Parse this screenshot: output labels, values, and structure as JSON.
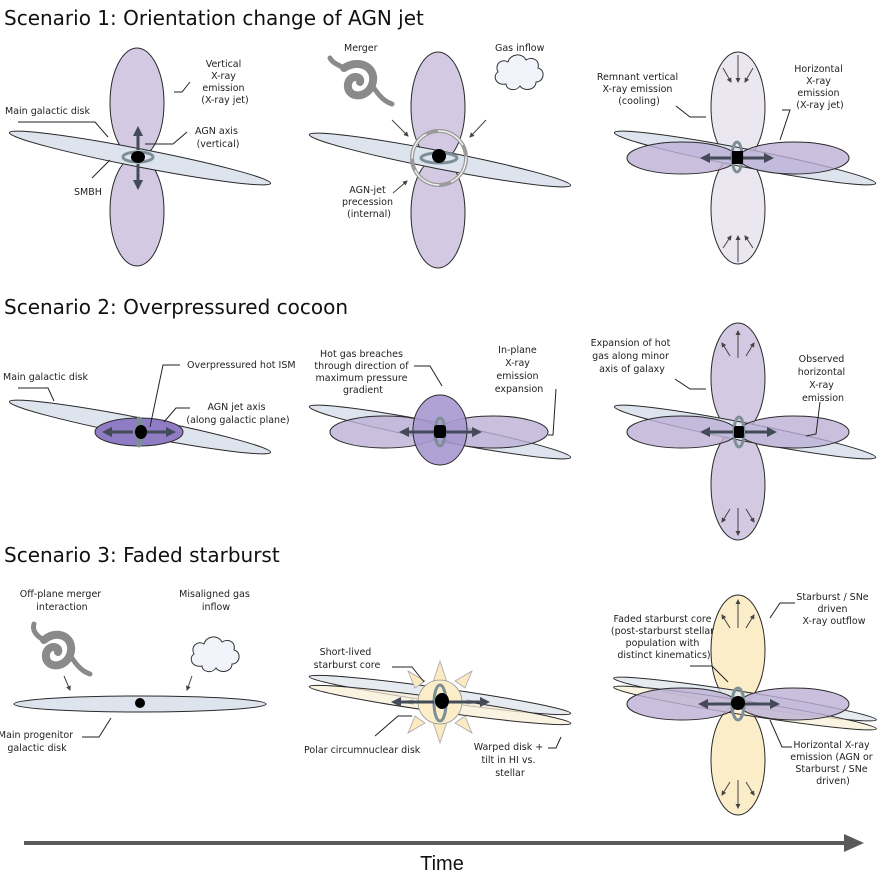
{
  "figure": {
    "scenarios": [
      {
        "title": "Scenario 1: Orientation change of AGN jet",
        "panels": [
          {
            "stage": "initial",
            "labels": {
              "vertical_xray": [
                "Vertical",
                "X-ray",
                "emission",
                "(X-ray jet)"
              ],
              "main_disk": "Main galactic disk",
              "agn_axis": [
                "AGN axis",
                "(vertical)"
              ],
              "smbh": "SMBH"
            }
          },
          {
            "stage": "trigger",
            "labels": {
              "merger": "Merger",
              "gas_inflow": "Gas inflow",
              "precession": [
                "AGN-jet",
                "precession",
                "(internal)"
              ]
            }
          },
          {
            "stage": "result",
            "labels": {
              "remnant": [
                "Remnant vertical",
                "X-ray emission",
                "(cooling)"
              ],
              "horizontal": [
                "Horizontal",
                "X-ray",
                "emission",
                "(X-ray jet)"
              ]
            }
          }
        ]
      },
      {
        "title": "Scenario 2:  Overpressured cocoon",
        "panels": [
          {
            "stage": "initial",
            "labels": {
              "main_disk": "Main galactic disk",
              "hot_ism": "Overpressured hot ISM",
              "agn_jet_axis": [
                "AGN jet axis",
                "(along galactic plane)"
              ]
            }
          },
          {
            "stage": "breach",
            "labels": {
              "breach": [
                "Hot gas breaches",
                "through direction of",
                "maximum pressure",
                "gradient"
              ],
              "inplane": [
                "In-plane",
                "X-ray",
                "emission",
                "expansion"
              ]
            }
          },
          {
            "stage": "result",
            "labels": {
              "expansion": [
                "Expansion of hot",
                "gas along minor",
                "axis of galaxy"
              ],
              "observed": [
                "Observed",
                "horizontal",
                "X-ray",
                "emission"
              ]
            }
          }
        ]
      },
      {
        "title": "Scenario 3: Faded starburst",
        "panels": [
          {
            "stage": "initial",
            "labels": {
              "merger": [
                "Off-plane merger",
                "interaction"
              ],
              "inflow": [
                "Misaligned gas",
                "inflow"
              ],
              "progenitor": [
                "Main progenitor",
                "galactic disk"
              ]
            }
          },
          {
            "stage": "starburst",
            "labels": {
              "core": [
                "Short-lived",
                "starburst core"
              ],
              "polar": "Polar circumnuclear disk",
              "warp": [
                "Warped disk +",
                "tilt in HI vs.",
                "stellar"
              ]
            }
          },
          {
            "stage": "result",
            "labels": {
              "outflow": [
                "Starburst / SNe",
                "driven",
                "X-ray outflow"
              ],
              "faded": [
                "Faded starburst core",
                "(post-starburst stellar",
                "population with",
                "distinct kinematics)"
              ],
              "horizontal": [
                "Horizontal X-ray",
                "emission (AGN or",
                "Starburst / SNe",
                "driven)"
              ]
            }
          }
        ]
      }
    ],
    "time_axis": {
      "label": "Time",
      "direction": "left-to-right"
    },
    "colors": {
      "xray_lobe": "#d3c9e2",
      "xray_lobe_cooling": "#ebe7f1",
      "cocoon": "#8f7cc4",
      "disk": "#dde4ee",
      "starburst": "#fbedc8",
      "jet_arrow": "#424b57",
      "ring": "#7d8e97"
    },
    "icons": [
      "merger-galaxy-spiral-icon",
      "gas-cloud-icon",
      "starburst-sun-icon",
      "smbh-black-hole-icon"
    ]
  }
}
